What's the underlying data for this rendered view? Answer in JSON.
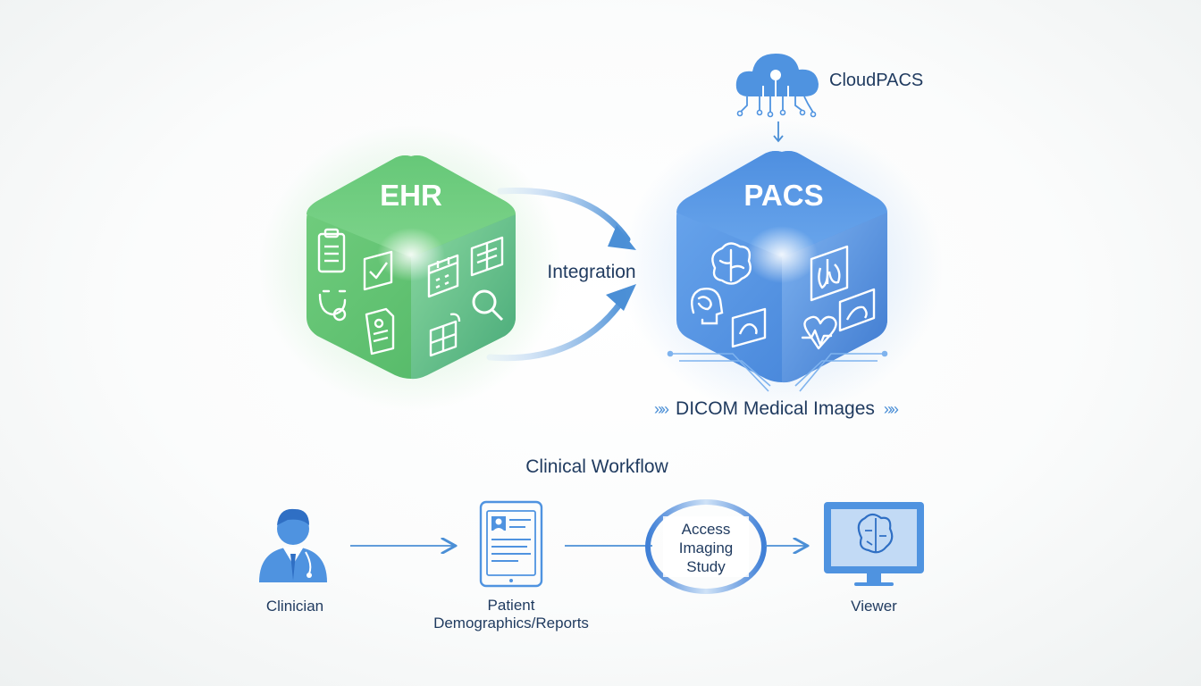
{
  "ehr": {
    "title": "EHR",
    "icons": [
      "clipboard-icon",
      "check-card-icon",
      "calendar-icon",
      "grid-card-icon",
      "search-icon",
      "stethoscope-icon",
      "document-icon",
      "puzzle-icon"
    ]
  },
  "pacs": {
    "title": "PACS",
    "icons": [
      "brain-icon",
      "lungs-xray-icon",
      "head-brain-icon",
      "ultrasound-icon",
      "heartbeat-icon",
      "scan-image-icon"
    ]
  },
  "integration": {
    "label": "Integration"
  },
  "cloud": {
    "label": "CloudPACS",
    "icon": "cloud-network-icon"
  },
  "dicom": {
    "label": "DICOM Medical Images",
    "left_chevrons": "»»",
    "right_chevrons": "»»"
  },
  "workflow": {
    "title": "Clinical Workflow",
    "steps": [
      {
        "label": "Clinician",
        "icon": "clinician-icon"
      },
      {
        "label_line1": "Patient",
        "label_line2": "Demographics/Reports",
        "icon": "tablet-record-icon"
      },
      {
        "label_line1": "Access",
        "label_line2": "Imaging",
        "label_line3": "Study",
        "icon": "loop-ring-icon"
      },
      {
        "label": "Viewer",
        "icon": "monitor-brain-icon"
      }
    ]
  },
  "colors": {
    "ehr_green": "#5cc46c",
    "pacs_blue": "#4a8fdc",
    "ink": "#1f3a5f",
    "line_blue": "#4b8fd6"
  }
}
